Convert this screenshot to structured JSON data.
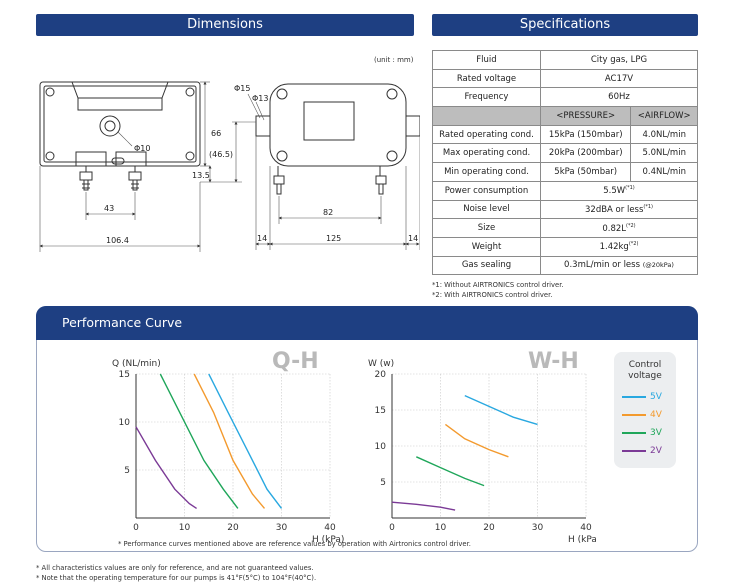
{
  "dimensions": {
    "title": "Dimensions",
    "unit_note": "(unit : mm)",
    "labels": {
      "phi15": "Φ15",
      "phi13": "Φ13",
      "phi10": "Φ10",
      "h66": "66",
      "h465": "(46.5)",
      "h135": "13.5",
      "w43": "43",
      "w1064": "106.4",
      "w82": "82",
      "w14a": "14",
      "w125": "125",
      "w14b": "14"
    }
  },
  "specifications": {
    "title": "Specifications",
    "rows": [
      {
        "label": "Fluid",
        "value": "City gas, LPG"
      },
      {
        "label": "Rated voltage",
        "value": "AC17V"
      },
      {
        "label": "Frequency",
        "value": "60Hz"
      }
    ],
    "header": {
      "pressure": "<PRESSURE>",
      "airflow": "<AIRFLOW>"
    },
    "split_rows": [
      {
        "label": "Rated operating cond.",
        "pressure": "15kPa (150mbar)",
        "airflow": "4.0NL/min"
      },
      {
        "label": "Max operating cond.",
        "pressure": "20kPa (200mbar)",
        "airflow": "5.0NL/min"
      },
      {
        "label": "Min operating cond.",
        "pressure": "5kPa (50mbar)",
        "airflow": "0.4NL/min"
      }
    ],
    "rows2": [
      {
        "label": "Power consumption",
        "value": "5.5W",
        "note": "(*1)"
      },
      {
        "label": "Noise level",
        "value": "32dBA or less",
        "note": "(*1)"
      },
      {
        "label": "Size",
        "value": "0.82L",
        "note": "(*2)"
      },
      {
        "label": "Weight",
        "value": "1.42kg",
        "note": "(*2)"
      }
    ],
    "gas_sealing": {
      "label": "Gas sealing",
      "value": "0.3mL/min or less",
      "note": "(@20kPa)"
    },
    "notes": [
      "*1: Without AIRTRONICS control driver.",
      "*2: With AIRTRONICS control driver."
    ]
  },
  "performance": {
    "title": "Performance Curve",
    "legend_title": "Control voltage",
    "legend": [
      {
        "label": "5V",
        "color": "#29a8e0"
      },
      {
        "label": "4V",
        "color": "#f39a2e"
      },
      {
        "label": "3V",
        "color": "#1fa65a"
      },
      {
        "label": "2V",
        "color": "#7b3a96"
      }
    ],
    "chart_note": "* Performance curves mentioned above are reference values by operation with Airtronics control driver."
  },
  "chart_data": [
    {
      "type": "line",
      "title": "Q-H",
      "xlabel": "H (kPa)",
      "ylabel": "Q (NL/min)",
      "xlim": [
        0,
        40
      ],
      "ylim": [
        0,
        15
      ],
      "xticks": [
        0,
        10,
        20,
        30,
        40
      ],
      "yticks": [
        5,
        10,
        15
      ],
      "grid": true,
      "series": [
        {
          "name": "5V",
          "color": "#29a8e0",
          "points": [
            [
              15,
              15
            ],
            [
              19,
              11
            ],
            [
              23,
              7
            ],
            [
              27,
              3
            ],
            [
              30,
              1
            ]
          ]
        },
        {
          "name": "4V",
          "color": "#f39a2e",
          "points": [
            [
              12,
              15
            ],
            [
              16,
              11
            ],
            [
              20,
              6
            ],
            [
              24,
              2.5
            ],
            [
              26.5,
              1
            ]
          ]
        },
        {
          "name": "3V",
          "color": "#1fa65a",
          "points": [
            [
              5,
              15
            ],
            [
              9,
              11
            ],
            [
              14,
              6
            ],
            [
              18,
              3
            ],
            [
              21,
              1
            ]
          ]
        },
        {
          "name": "2V",
          "color": "#7b3a96",
          "points": [
            [
              0,
              9.5
            ],
            [
              4,
              6
            ],
            [
              8,
              3
            ],
            [
              11,
              1.5
            ],
            [
              12.5,
              1
            ]
          ]
        }
      ]
    },
    {
      "type": "line",
      "title": "W-H",
      "xlabel": "H (kPa)",
      "ylabel": "W (w)",
      "xlim": [
        0,
        40
      ],
      "ylim": [
        0,
        20
      ],
      "xticks": [
        0,
        10,
        20,
        30,
        40
      ],
      "yticks": [
        5,
        10,
        15,
        20
      ],
      "grid": true,
      "series": [
        {
          "name": "5V",
          "color": "#29a8e0",
          "points": [
            [
              15,
              17
            ],
            [
              20,
              15.5
            ],
            [
              25,
              14
            ],
            [
              30,
              13
            ]
          ]
        },
        {
          "name": "4V",
          "color": "#f39a2e",
          "points": [
            [
              11,
              13
            ],
            [
              15,
              11
            ],
            [
              20,
              9.5
            ],
            [
              24,
              8.5
            ]
          ]
        },
        {
          "name": "3V",
          "color": "#1fa65a",
          "points": [
            [
              5,
              8.5
            ],
            [
              10,
              7
            ],
            [
              15,
              5.5
            ],
            [
              19,
              4.5
            ]
          ]
        },
        {
          "name": "2V",
          "color": "#7b3a96",
          "points": [
            [
              0,
              2.2
            ],
            [
              5,
              1.9
            ],
            [
              10,
              1.5
            ],
            [
              13,
              1.1
            ]
          ]
        }
      ]
    }
  ],
  "footnotes": [
    "* All characteristics values are only for reference, and are not guaranteed values.",
    "* Note that the operating temperature for our pumps is 41°F(5°C) to 104°F(40°C)."
  ]
}
